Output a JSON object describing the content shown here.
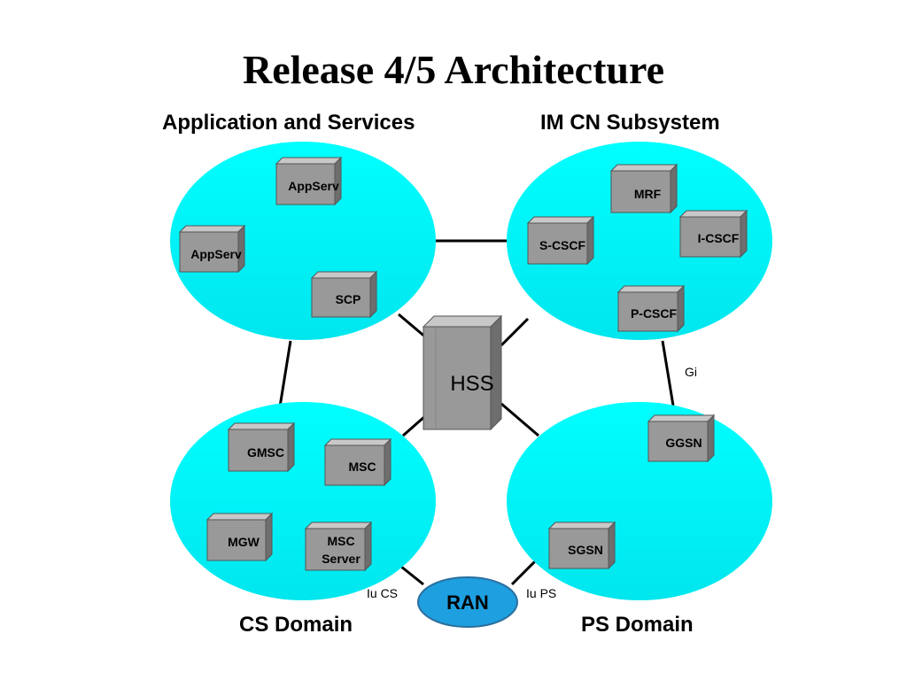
{
  "title": "Release 4/5 Architecture",
  "headings": {
    "app_services": "Application and Services",
    "im_cn": "IM CN Subsystem",
    "cs_domain": "CS Domain",
    "ps_domain": "PS Domain"
  },
  "nodes": {
    "appserv_top": "AppServ",
    "appserv_left": "AppServ",
    "scp": "SCP",
    "mrf": "MRF",
    "s_cscf": "S-CSCF",
    "i_cscf": "I-CSCF",
    "p_cscf": "P-CSCF",
    "hss": "HSS",
    "gmsc": "GMSC",
    "msc": "MSC",
    "mgw": "MGW",
    "msc_server_line1": "MSC",
    "msc_server_line2": "Server",
    "ggsn": "GGSN",
    "sgsn": "SGSN",
    "ran": "RAN"
  },
  "interfaces": {
    "gi": "Gi",
    "iu_cs": "Iu CS",
    "iu_ps": "Iu PS"
  },
  "colors": {
    "domain_fill": "#00ffff",
    "box_front": "#999999",
    "box_top": "#c8c8c8",
    "box_side": "#6e6e6e",
    "ran_fill": "#1e9fe0"
  }
}
